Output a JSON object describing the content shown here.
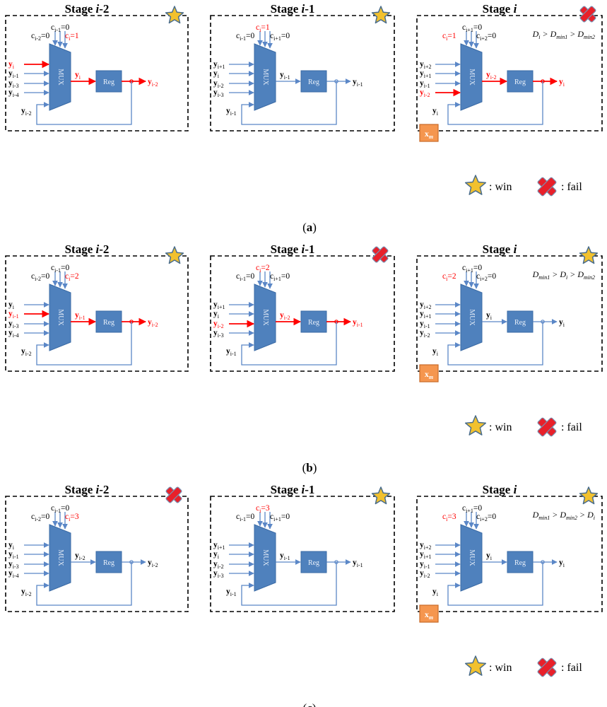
{
  "colors": {
    "blue": "#5b87c7",
    "block_fill": "#4f81bd",
    "block_stroke": "#3a6aa5",
    "red": "#ff0000",
    "black": "#000000",
    "orange_fill": "#f5964f",
    "orange_stroke": "#c96a28",
    "star_fill": "#f2c12e",
    "star_stroke": "#4a6d8c",
    "cross_fill": "#e8202a",
    "cross_stroke": "#7a8fb0"
  },
  "icons": {
    "win": "star-icon",
    "fail": "cross-icon"
  },
  "common": {
    "mux_label": "MUX",
    "reg_label": "Reg",
    "xm_base": "x",
    "xm_sub": "m"
  },
  "legend": {
    "win_text": ": win",
    "fail_text": ": fail"
  },
  "panels": [
    {
      "caption": "a",
      "stages": [
        {
          "title_pre": "Stage ",
          "title_var": "i",
          "title_post": "-2",
          "status": "win",
          "has_xm": false,
          "eqn": null,
          "c_top": {
            "b": "c",
            "s": "i-1",
            "v": "=0",
            "red": false
          },
          "c_left": {
            "b": "c",
            "s": "i-2",
            "v": "=0",
            "red": false
          },
          "c_right": {
            "b": "c",
            "s": "i",
            "v": "=1",
            "red": true
          },
          "inputs": [
            {
              "b": "y",
              "s": "i",
              "red": true
            },
            {
              "b": "y",
              "s": "i-1",
              "red": false
            },
            {
              "b": "y",
              "s": "i-3",
              "red": false
            },
            {
              "b": "y",
              "s": "i-4",
              "red": false
            }
          ],
          "mux_out": {
            "b": "y",
            "s": "i",
            "red": true
          },
          "out": {
            "b": "y",
            "s": "i-2",
            "red": true
          },
          "fb": {
            "b": "y",
            "s": "i-2"
          }
        },
        {
          "title_pre": "Stage ",
          "title_var": "i",
          "title_post": "-1",
          "status": "win",
          "has_xm": false,
          "eqn": null,
          "c_top": {
            "b": "c",
            "s": "i",
            "v": "=1",
            "red": true
          },
          "c_left": {
            "b": "c",
            "s": "i-1",
            "v": "=0",
            "red": false
          },
          "c_right": {
            "b": "c",
            "s": "i+1",
            "v": "=0",
            "red": false
          },
          "inputs": [
            {
              "b": "y",
              "s": "i+1",
              "red": false
            },
            {
              "b": "y",
              "s": "i",
              "red": false
            },
            {
              "b": "y",
              "s": "i-2",
              "red": false
            },
            {
              "b": "y",
              "s": "i-3",
              "red": false
            }
          ],
          "mux_out": {
            "b": "y",
            "s": "i-1",
            "red": false
          },
          "out": {
            "b": "y",
            "s": "i-1",
            "red": false
          },
          "fb": {
            "b": "y",
            "s": "i-1"
          }
        },
        {
          "title_pre": "Stage ",
          "title_var": "i",
          "title_post": "",
          "status": "fail",
          "has_xm": true,
          "eqn": [
            {
              "t": "D",
              "s": "i"
            },
            {
              "t": " > D",
              "s": "min1"
            },
            {
              "t": " > D",
              "s": "min2"
            }
          ],
          "c_top": {
            "b": "c",
            "s": "i+1",
            "v": "=0",
            "red": false
          },
          "c_left": {
            "b": "c",
            "s": "i",
            "v": "=1",
            "red": true
          },
          "c_right": {
            "b": "c",
            "s": "i+2",
            "v": "=0",
            "red": false
          },
          "inputs": [
            {
              "b": "y",
              "s": "i+2",
              "red": false
            },
            {
              "b": "y",
              "s": "i+1",
              "red": false
            },
            {
              "b": "y",
              "s": "i-1",
              "red": false
            },
            {
              "b": "y",
              "s": "i-2",
              "red": true
            }
          ],
          "mux_out": {
            "b": "y",
            "s": "i-2",
            "red": true
          },
          "out": {
            "b": "y",
            "s": "i",
            "red": true
          },
          "fb": {
            "b": "y",
            "s": "i"
          }
        }
      ]
    },
    {
      "caption": "b",
      "stages": [
        {
          "title_pre": "Stage ",
          "title_var": "i",
          "title_post": "-2",
          "status": "win",
          "has_xm": false,
          "eqn": null,
          "c_top": {
            "b": "c",
            "s": "i-1",
            "v": "=0",
            "red": false
          },
          "c_left": {
            "b": "c",
            "s": "i-2",
            "v": "=0",
            "red": false
          },
          "c_right": {
            "b": "c",
            "s": "i",
            "v": "=2",
            "red": true
          },
          "inputs": [
            {
              "b": "y",
              "s": "i",
              "red": false
            },
            {
              "b": "y",
              "s": "i-1",
              "red": true
            },
            {
              "b": "y",
              "s": "i-3",
              "red": false
            },
            {
              "b": "y",
              "s": "i-4",
              "red": false
            }
          ],
          "mux_out": {
            "b": "y",
            "s": "i-1",
            "red": true
          },
          "out": {
            "b": "y",
            "s": "i-2",
            "red": true
          },
          "fb": {
            "b": "y",
            "s": "i-2"
          }
        },
        {
          "title_pre": "Stage ",
          "title_var": "i",
          "title_post": "-1",
          "status": "fail",
          "has_xm": false,
          "eqn": null,
          "c_top": {
            "b": "c",
            "s": "i",
            "v": "=2",
            "red": true
          },
          "c_left": {
            "b": "c",
            "s": "i-1",
            "v": "=0",
            "red": false
          },
          "c_right": {
            "b": "c",
            "s": "i+1",
            "v": "=0",
            "red": false
          },
          "inputs": [
            {
              "b": "y",
              "s": "i+1",
              "red": false
            },
            {
              "b": "y",
              "s": "i",
              "red": false
            },
            {
              "b": "y",
              "s": "i-2",
              "red": true
            },
            {
              "b": "y",
              "s": "i-3",
              "red": false
            }
          ],
          "mux_out": {
            "b": "y",
            "s": "i-2",
            "red": true
          },
          "out": {
            "b": "y",
            "s": "i-1",
            "red": true
          },
          "fb": {
            "b": "y",
            "s": "i-1"
          }
        },
        {
          "title_pre": "Stage ",
          "title_var": "i",
          "title_post": "",
          "status": "win",
          "has_xm": true,
          "eqn": [
            {
              "t": "D",
              "s": "min1"
            },
            {
              "t": " > D",
              "s": "i"
            },
            {
              "t": " > D",
              "s": "min2"
            }
          ],
          "c_top": {
            "b": "c",
            "s": "i+1",
            "v": "=0",
            "red": false
          },
          "c_left": {
            "b": "c",
            "s": "i",
            "v": "=2",
            "red": true
          },
          "c_right": {
            "b": "c",
            "s": "i+2",
            "v": "=0",
            "red": false
          },
          "inputs": [
            {
              "b": "y",
              "s": "i+2",
              "red": false
            },
            {
              "b": "y",
              "s": "i+1",
              "red": false
            },
            {
              "b": "y",
              "s": "i-1",
              "red": false
            },
            {
              "b": "y",
              "s": "i-2",
              "red": false
            }
          ],
          "mux_out": {
            "b": "y",
            "s": "i",
            "red": false
          },
          "out": {
            "b": "y",
            "s": "i",
            "red": false
          },
          "fb": {
            "b": "y",
            "s": "i"
          }
        }
      ]
    },
    {
      "caption": "c",
      "stages": [
        {
          "title_pre": "Stage ",
          "title_var": "i",
          "title_post": "-2",
          "status": "fail",
          "has_xm": false,
          "eqn": null,
          "c_top": {
            "b": "c",
            "s": "i-1",
            "v": "=0",
            "red": false
          },
          "c_left": {
            "b": "c",
            "s": "i-2",
            "v": "=0",
            "red": false
          },
          "c_right": {
            "b": "c",
            "s": "i",
            "v": "=3",
            "red": true
          },
          "inputs": [
            {
              "b": "y",
              "s": "i",
              "red": false
            },
            {
              "b": "y",
              "s": "i-1",
              "red": false
            },
            {
              "b": "y",
              "s": "i-3",
              "red": false
            },
            {
              "b": "y",
              "s": "i-4",
              "red": false
            }
          ],
          "mux_out": {
            "b": "y",
            "s": "i-2",
            "red": false
          },
          "out": {
            "b": "y",
            "s": "i-2",
            "red": false
          },
          "fb": {
            "b": "y",
            "s": "i-2"
          }
        },
        {
          "title_pre": "Stage ",
          "title_var": "i",
          "title_post": "-1",
          "status": "win",
          "has_xm": false,
          "eqn": null,
          "c_top": {
            "b": "c",
            "s": "i",
            "v": "=3",
            "red": true
          },
          "c_left": {
            "b": "c",
            "s": "i-1",
            "v": "=0",
            "red": false
          },
          "c_right": {
            "b": "c",
            "s": "i+1",
            "v": "=0",
            "red": false
          },
          "inputs": [
            {
              "b": "y",
              "s": "i+1",
              "red": false
            },
            {
              "b": "y",
              "s": "i",
              "red": false
            },
            {
              "b": "y",
              "s": "i-2",
              "red": false
            },
            {
              "b": "y",
              "s": "i-3",
              "red": false
            }
          ],
          "mux_out": {
            "b": "y",
            "s": "i-1",
            "red": false
          },
          "out": {
            "b": "y",
            "s": "i-1",
            "red": false
          },
          "fb": {
            "b": "y",
            "s": "i-1"
          }
        },
        {
          "title_pre": "Stage ",
          "title_var": "i",
          "title_post": "",
          "status": "win",
          "has_xm": true,
          "eqn": [
            {
              "t": "D",
              "s": "min1"
            },
            {
              "t": " > D",
              "s": "min2"
            },
            {
              "t": " > D",
              "s": "i"
            }
          ],
          "c_top": {
            "b": "c",
            "s": "i+1",
            "v": "=0",
            "red": false
          },
          "c_left": {
            "b": "c",
            "s": "i",
            "v": "=3",
            "red": true
          },
          "c_right": {
            "b": "c",
            "s": "i+2",
            "v": "=0",
            "red": false
          },
          "inputs": [
            {
              "b": "y",
              "s": "i+2",
              "red": false
            },
            {
              "b": "y",
              "s": "i+1",
              "red": false
            },
            {
              "b": "y",
              "s": "i-1",
              "red": false
            },
            {
              "b": "y",
              "s": "i-2",
              "red": false
            }
          ],
          "mux_out": {
            "b": "y",
            "s": "i",
            "red": false
          },
          "out": {
            "b": "y",
            "s": "i",
            "red": false
          },
          "fb": {
            "b": "y",
            "s": "i"
          }
        }
      ]
    }
  ]
}
